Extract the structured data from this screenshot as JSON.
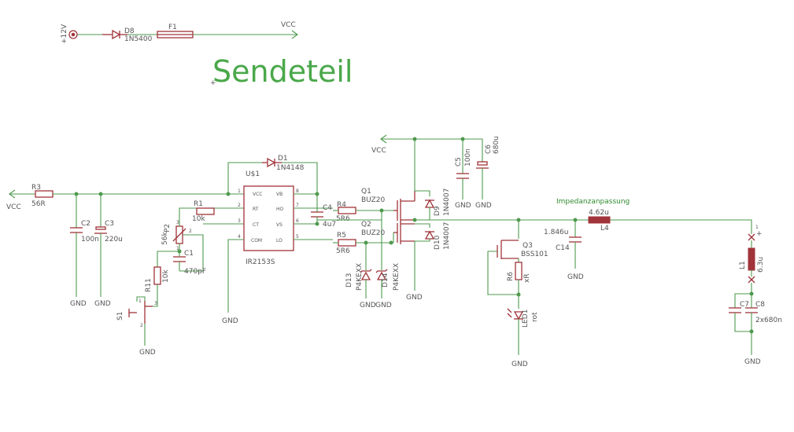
{
  "title": "Sendeteil",
  "note": "Impedanzanpassung",
  "power": {
    "input_label": "+12V",
    "diode_name": "D8",
    "diode_value": "1N5400",
    "fuse_name": "F1",
    "out_label": "VCC"
  },
  "nets": {
    "vcc": "VCC",
    "gnd": "GND"
  },
  "components": {
    "r3": {
      "name": "R3",
      "value": "56R"
    },
    "c2": {
      "name": "C2",
      "value": "100n"
    },
    "c3": {
      "name": "C3",
      "value": "220u"
    },
    "p2": {
      "name": "P2",
      "value": "56k"
    },
    "r11": {
      "name": "R11",
      "value": "10k"
    },
    "s1": {
      "name": "S1"
    },
    "r1": {
      "name": "R1",
      "value": "10k"
    },
    "c1": {
      "name": "C1",
      "value": "470pF"
    },
    "d1": {
      "name": "D1",
      "value": "1N4148"
    },
    "u1": {
      "name": "U$1",
      "value": "IR2153S"
    },
    "c4": {
      "name": "C4",
      "value": "4u7"
    },
    "r4": {
      "name": "R4",
      "value": "5R6"
    },
    "r5": {
      "name": "R5",
      "value": "5R6"
    },
    "d13": {
      "name": "D13",
      "value": "P4KEXX"
    },
    "d14": {
      "name": "D14",
      "value": "P4KEXX"
    },
    "q1": {
      "name": "Q1",
      "value": "BUZ20"
    },
    "q2": {
      "name": "Q2",
      "value": "BUZ20"
    },
    "d9": {
      "name": "D9",
      "value": "1N4007"
    },
    "d10": {
      "name": "D10",
      "value": "1N4007"
    },
    "c5": {
      "name": "C5",
      "value": "100n"
    },
    "c6": {
      "name": "C6",
      "value": "680u"
    },
    "q3": {
      "name": "Q3",
      "value": "BSS101"
    },
    "r6": {
      "name": "R6",
      "value": "xR"
    },
    "led1": {
      "name": "LED1",
      "value": "rot"
    },
    "c14": {
      "name": "C14",
      "value": "1.846u"
    },
    "l4": {
      "name": "L4",
      "value": "4.62u"
    },
    "l1": {
      "name": "L1",
      "value": "6.3u"
    },
    "c7": {
      "name": "C7"
    },
    "c8": {
      "name": "C8",
      "value": "2x680n"
    }
  },
  "ic_pins": {
    "left": [
      {
        "num": "1",
        "name": "VCC"
      },
      {
        "num": "2",
        "name": "RT"
      },
      {
        "num": "3",
        "name": "CT"
      },
      {
        "num": "4",
        "name": "COM"
      }
    ],
    "right": [
      {
        "num": "8",
        "name": "VB"
      },
      {
        "num": "7",
        "name": "HO"
      },
      {
        "num": "6",
        "name": "VS"
      },
      {
        "num": "5",
        "name": "LO"
      }
    ]
  },
  "pin_labels": {
    "s1_1": "1",
    "s1_2": "2",
    "s1_3": "3",
    "p2_1": "1",
    "p2_2": "2",
    "p2_3": "3",
    "l1_pin": "1"
  },
  "colors": {
    "wire": "#4e9a4e",
    "component": "#a0343a",
    "text": "#555555",
    "title": "#4aa84a"
  }
}
